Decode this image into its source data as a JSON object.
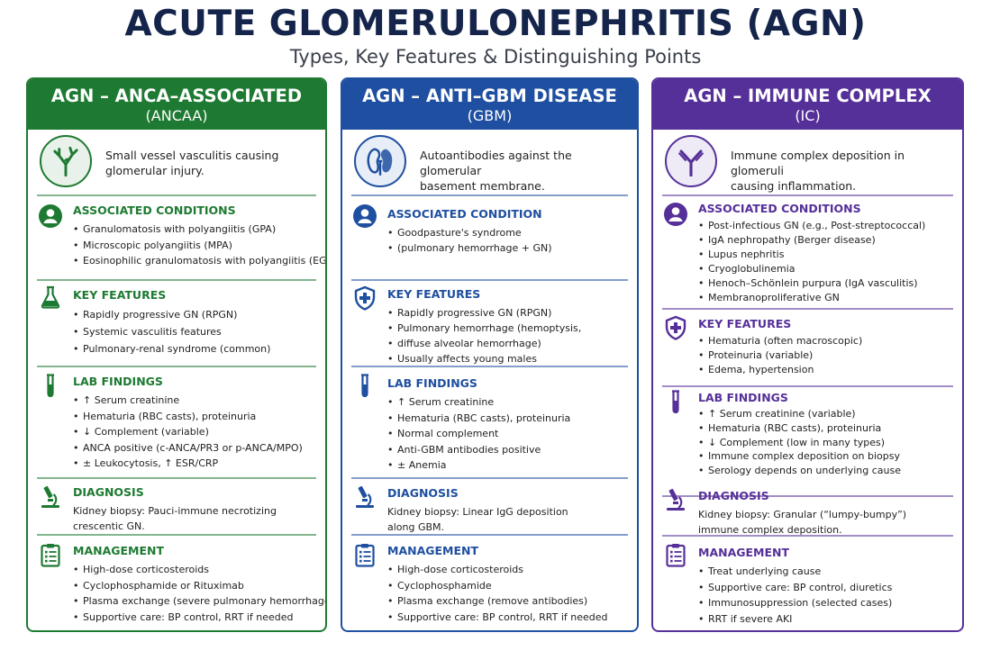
{
  "title": "ACUTE GLOMERULONEPHRITIS (AGN)",
  "subtitle": "Types, Key Features & Distinguishing Points",
  "columns": [
    {
      "id": "ancaa",
      "title": "AGN – ANCA–ASSOCIATED",
      "abbr": "(ANCAA)",
      "color": "#1e7a32",
      "intro_icon": "vessel-branch-icon",
      "intro": [
        "Small vessel vasculitis causing",
        "glomerular injury."
      ],
      "sections": [
        {
          "icon": "person-icon",
          "title": "ASSOCIATED CONDITIONS",
          "items": [
            "Granulomatosis with polyangiitis (GPA)",
            "Microscopic polyangiitis (MPA)",
            "Eosinophilic granulomatosis with polyangiitis (EGPA)"
          ]
        },
        {
          "icon": "flask-icon",
          "title": "KEY FEATURES",
          "items": [
            "Rapidly progressive GN (RPGN)",
            "Systemic vasculitis features",
            "Pulmonary-renal syndrome (common)"
          ]
        },
        {
          "icon": "test-tube-icon",
          "title": "LAB FINDINGS",
          "items": [
            "↑ Serum creatinine",
            "Hematuria (RBC casts), proteinuria",
            "↓ Complement (variable)",
            "ANCA positive (c-ANCA/PR3 or p-ANCA/MPO)",
            "± Leukocytosis, ↑ ESR/CRP"
          ]
        },
        {
          "icon": "microscope-icon",
          "title": "DIAGNOSIS",
          "text": [
            "Kidney biopsy: Pauci-immune necrotizing",
            "crescentic GN."
          ]
        },
        {
          "icon": "clipboard-icon",
          "title": "MANAGEMENT",
          "items": [
            "High-dose corticosteroids",
            "Cyclophosphamide or Rituximab",
            "Plasma exchange (severe pulmonary hemorrhage)",
            "Supportive care: BP control, RRT if needed"
          ]
        }
      ]
    },
    {
      "id": "gbm",
      "title": "AGN – ANTI–GBM DISEASE",
      "abbr": "(GBM)",
      "color": "#1f4fa0",
      "intro_icon": "kidney-icon",
      "intro": [
        "Autoantibodies against the glomerular",
        "basement membrane."
      ],
      "sections": [
        {
          "icon": "person-icon",
          "title": "ASSOCIATED CONDITION",
          "items": [
            "Goodpasture's syndrome",
            "(pulmonary hemorrhage + GN)"
          ]
        },
        {
          "icon": "shield-icon",
          "title": "KEY FEATURES",
          "items": [
            "Rapidly progressive GN (RPGN)",
            "Pulmonary hemorrhage (hemoptysis,",
            "diffuse alveolar hemorrhage)",
            "Usually affects young males"
          ]
        },
        {
          "icon": "test-tube-icon",
          "title": "LAB FINDINGS",
          "items": [
            "↑ Serum creatinine",
            "Hematuria (RBC casts), proteinuria",
            "Normal complement",
            "Anti-GBM antibodies positive",
            "± Anemia"
          ]
        },
        {
          "icon": "microscope-icon",
          "title": "DIAGNOSIS",
          "text": [
            "Kidney biopsy: Linear IgG deposition",
            "along GBM."
          ]
        },
        {
          "icon": "clipboard-icon",
          "title": "MANAGEMENT",
          "items": [
            "High-dose corticosteroids",
            "Cyclophosphamide",
            "Plasma exchange (remove antibodies)",
            "Supportive care: BP control, RRT if needed"
          ]
        }
      ]
    },
    {
      "id": "ic",
      "title": "AGN – IMMUNE COMPLEX",
      "abbr": "(IC)",
      "color": "#563099",
      "intro_icon": "antibody-icon",
      "intro": [
        "Immune complex deposition in glomeruli",
        "causing inflammation."
      ],
      "sections": [
        {
          "icon": "person-icon",
          "title": "ASSOCIATED CONDITIONS",
          "items": [
            "Post-infectious GN (e.g., Post-streptococcal)",
            "IgA nephropathy (Berger disease)",
            "Lupus nephritis",
            "Cryoglobulinemia",
            "Henoch–Schönlein purpura (IgA vasculitis)",
            "Membranoproliferative GN"
          ]
        },
        {
          "icon": "shield-icon",
          "title": "KEY FEATURES",
          "items": [
            "Hematuria (often macroscopic)",
            "Proteinuria (variable)",
            "Edema, hypertension"
          ]
        },
        {
          "icon": "test-tube-icon",
          "title": "LAB FINDINGS",
          "items": [
            "↑ Serum creatinine (variable)",
            "Hematuria (RBC casts), proteinuria",
            "↓ Complement (low in many types)",
            "Immune complex deposition on biopsy",
            "Serology depends on underlying cause"
          ]
        },
        {
          "icon": "microscope-icon",
          "title": "DIAGNOSIS",
          "text": [
            "Kidney biopsy: Granular (“lumpy-bumpy”)",
            "immune complex deposition."
          ]
        },
        {
          "icon": "clipboard-icon",
          "title": "MANAGEMENT",
          "items": [
            "Treat underlying cause",
            "Supportive care: BP control, diuretics",
            "Immunosuppression (selected cases)",
            "RRT if severe AKI"
          ]
        }
      ]
    }
  ]
}
